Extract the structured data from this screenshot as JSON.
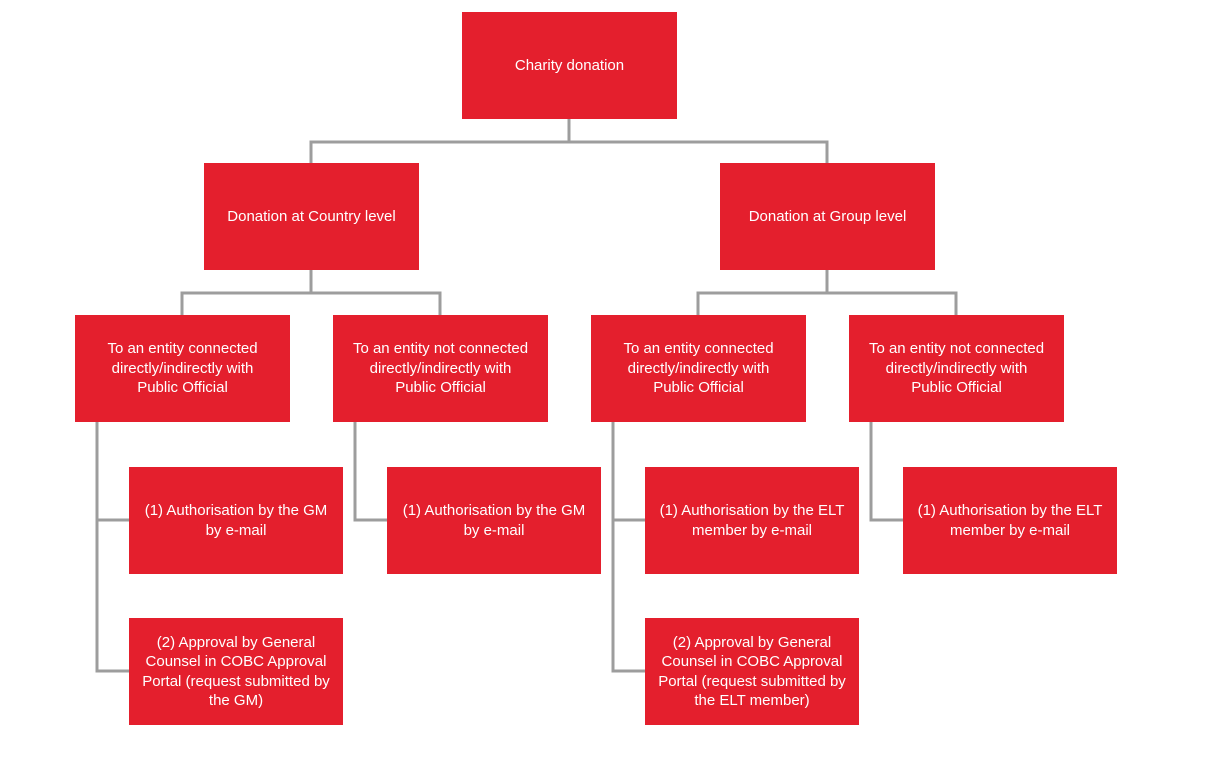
{
  "diagram": {
    "root": {
      "label": "Charity donation"
    },
    "country": {
      "label": "Donation at Country level",
      "connected": {
        "label": "To an entity connected directly/indirectly with Public Official",
        "step1": "(1) Authorisation by the GM by e-mail",
        "step2": "(2) Approval by General Counsel in COBC Approval Portal (request submitted by the GM)"
      },
      "not_connected": {
        "label": "To an entity not connected directly/indirectly with Public Official",
        "step1": "(1) Authorisation by the GM by e-mail"
      }
    },
    "group": {
      "label": "Donation at Group level",
      "connected": {
        "label": "To an entity connected directly/indirectly with Public Official",
        "step1": "(1) Authorisation by the ELT member by e-mail",
        "step2": "(2) Approval by General Counsel in COBC Approval Portal (request submitted by the ELT member)"
      },
      "not_connected": {
        "label": "To an entity not connected directly/indirectly with Public Official",
        "step1": "(1) Authorisation by the ELT member by e-mail"
      }
    },
    "colors": {
      "box_fill": "#e41f2d",
      "box_text": "#ffffff",
      "connector": "#9d9d9d"
    }
  }
}
